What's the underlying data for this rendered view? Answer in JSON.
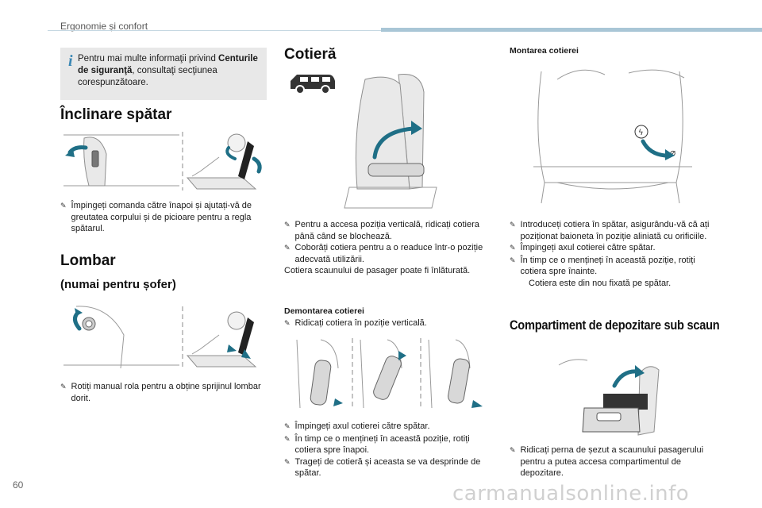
{
  "header": {
    "title": "Ergonomie și confort",
    "page_number": "60"
  },
  "info_box": {
    "icon": "info-icon",
    "text_before": "Pentru mai multe informaţii privind ",
    "text_bold": "Centurile de siguranţă",
    "text_after": ", consultaţi secţiunea corespunzătoare."
  },
  "col1": {
    "tilt_title": "Înclinare spătar",
    "tilt_bullets": [
      "Împingeți comanda către înapoi și ajutați-vă de greutatea corpului și de picioare pentru a regla spătarul."
    ],
    "lumbar_title": "Lombar",
    "lumbar_subtitle": "(numai pentru șofer)",
    "lumbar_bullets": [
      "Rotiți manual rola pentru a obține sprijinul lombar dorit."
    ]
  },
  "col2": {
    "title": "Cotieră",
    "vehicle_icon": "van-icon",
    "bullets": [
      "Pentru a accesa poziția verticală, ridicați cotiera până când se blochează.",
      "Coborâți cotiera pentru a o readuce într-o poziție adecvată utilizării."
    ],
    "note": "Cotiera scaunului de pasager poate fi înlăturată.",
    "removal_title": "Demontarea cotierei",
    "removal_first": "Ridicați cotiera în poziție verticală.",
    "removal_bullets": [
      "Împingeți axul cotierei către spătar.",
      "În timp ce o mențineți în această poziție, rotiți cotiera spre înapoi.",
      "Trageți de cotieră și aceasta se va desprinde de spătar."
    ]
  },
  "col3": {
    "mount_title": "Montarea cotierei",
    "mount_bullets": [
      "Introduceți cotiera în spătar, asigurându-vă că ați poziționat baioneta în poziție aliniată cu orificiile.",
      "Împingeți axul cotierei către spătar.",
      "În timp ce o mențineți în această poziție, rotiți cotiera spre înainte."
    ],
    "mount_note": "Cotiera este din nou fixată pe spătar.",
    "storage_title": "Compartiment de depozitare sub scaun",
    "storage_bullets": [
      "Ridicați perna de șezut a scaunului pasagerului pentru a putea accesa compartimentul de depozitare."
    ]
  },
  "bullet_marker": "",
  "watermark": "carmanualsonline.info",
  "colors": {
    "accent": "#1f6f86",
    "info_blue": "#3a87b4",
    "header_bar": "#a9c6d6",
    "box_bg": "#e8e8e8"
  }
}
